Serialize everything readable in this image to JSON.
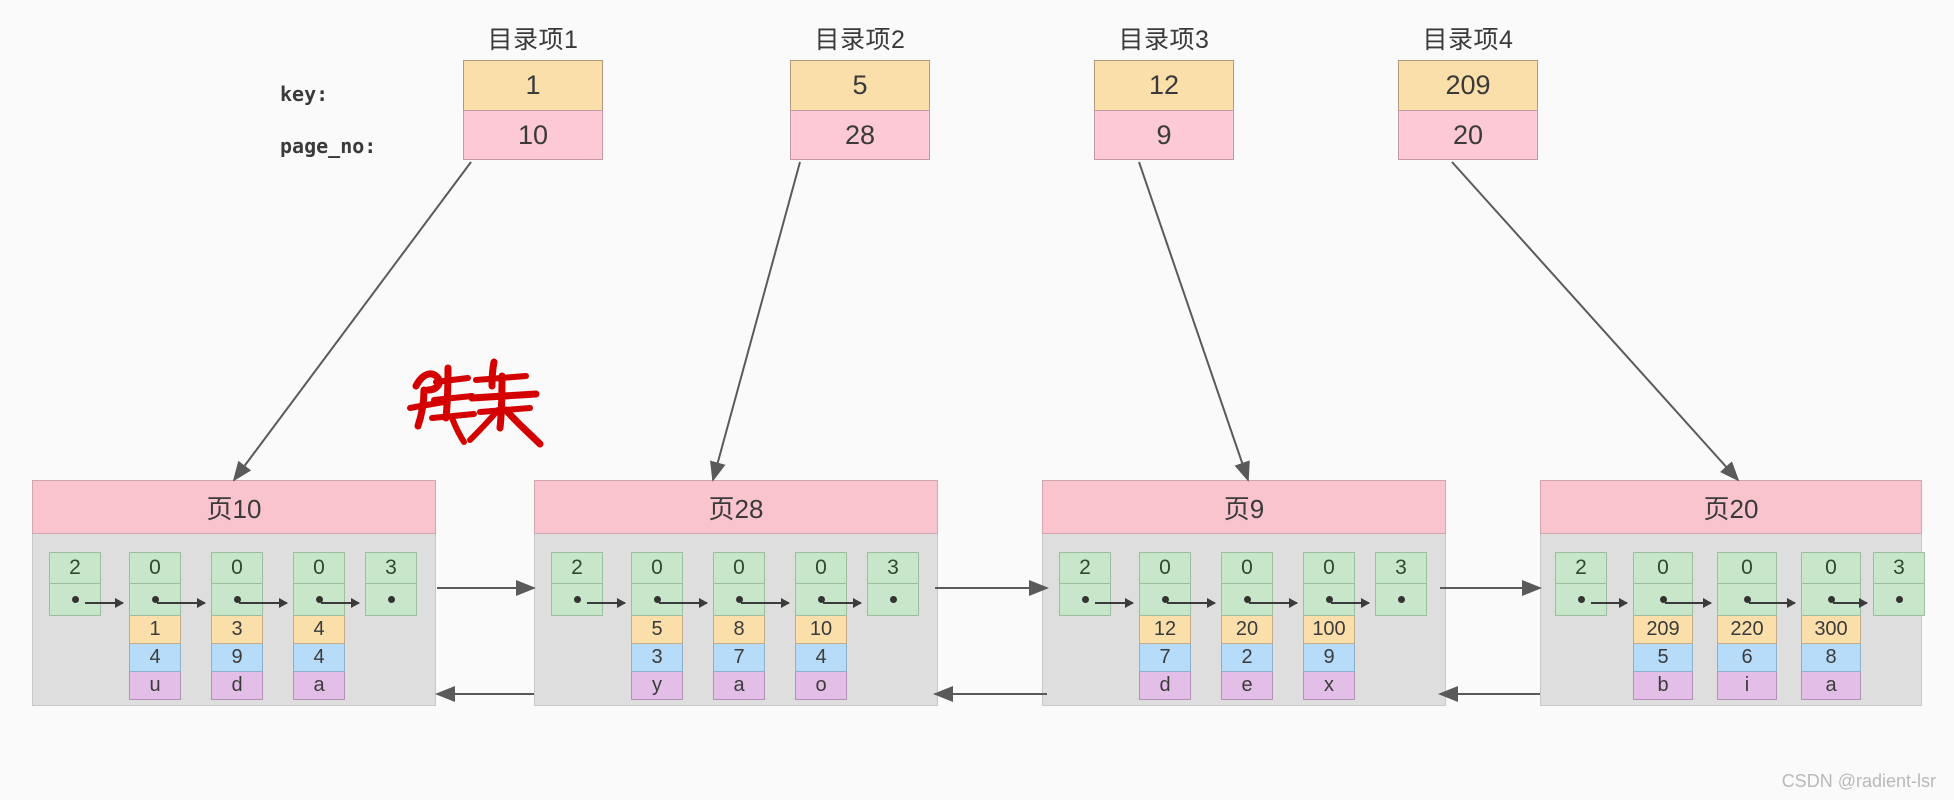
{
  "meta": {
    "watermark": "CSDN @radient-lsr",
    "annotation_text": "链表",
    "annotation_color": "#d40000"
  },
  "labels": {
    "key": "key:",
    "page_no": "page_no:"
  },
  "colors": {
    "key_cell": "#fbdfab",
    "pageno_cell": "#fcc9d4",
    "page_header": "#fac4cf",
    "page_body": "#dedede",
    "record_header": "#c8e6c9",
    "field_key": "#fbdfab",
    "field_num": "#b6dcfa",
    "field_chr": "#e3bfe8",
    "arrow": "#3b3b3b",
    "background": "#fbfafa"
  },
  "directory": {
    "entries": [
      {
        "title": "目录项1",
        "key": "1",
        "page_no": "10"
      },
      {
        "title": "目录项2",
        "key": "5",
        "page_no": "28"
      },
      {
        "title": "目录项3",
        "key": "12",
        "page_no": "9"
      },
      {
        "title": "目录项4",
        "key": "209",
        "page_no": "20"
      }
    ]
  },
  "pages": [
    {
      "title": "页10",
      "records": [
        {
          "type": "infimum",
          "num": "2",
          "ptr": "•"
        },
        {
          "type": "user",
          "num": "0",
          "ptr": "•",
          "key": "1",
          "col2": "4",
          "col3": "u"
        },
        {
          "type": "user",
          "num": "0",
          "ptr": "•",
          "key": "3",
          "col2": "9",
          "col3": "d"
        },
        {
          "type": "user",
          "num": "0",
          "ptr": "•",
          "key": "4",
          "col2": "4",
          "col3": "a"
        },
        {
          "type": "supremum",
          "num": "3",
          "ptr": "•"
        }
      ]
    },
    {
      "title": "页28",
      "records": [
        {
          "type": "infimum",
          "num": "2",
          "ptr": "•"
        },
        {
          "type": "user",
          "num": "0",
          "ptr": "•",
          "key": "5",
          "col2": "3",
          "col3": "y"
        },
        {
          "type": "user",
          "num": "0",
          "ptr": "•",
          "key": "8",
          "col2": "7",
          "col3": "a"
        },
        {
          "type": "user",
          "num": "0",
          "ptr": "•",
          "key": "10",
          "col2": "4",
          "col3": "o"
        },
        {
          "type": "supremum",
          "num": "3",
          "ptr": "•"
        }
      ]
    },
    {
      "title": "页9",
      "records": [
        {
          "type": "infimum",
          "num": "2",
          "ptr": "•"
        },
        {
          "type": "user",
          "num": "0",
          "ptr": "•",
          "key": "12",
          "col2": "7",
          "col3": "d"
        },
        {
          "type": "user",
          "num": "0",
          "ptr": "•",
          "key": "20",
          "col2": "2",
          "col3": "e"
        },
        {
          "type": "user",
          "num": "0",
          "ptr": "•",
          "key": "100",
          "col2": "9",
          "col3": "x"
        },
        {
          "type": "supremum",
          "num": "3",
          "ptr": "•"
        }
      ]
    },
    {
      "title": "页20",
      "records": [
        {
          "type": "infimum",
          "num": "2",
          "ptr": "•"
        },
        {
          "type": "user",
          "num": "0",
          "ptr": "•",
          "key": "209",
          "col2": "5",
          "col3": "b"
        },
        {
          "type": "user",
          "num": "0",
          "ptr": "•",
          "key": "220",
          "col2": "6",
          "col3": "i"
        },
        {
          "type": "user",
          "num": "0",
          "ptr": "•",
          "key": "300",
          "col2": "8",
          "col3": "a"
        },
        {
          "type": "supremum",
          "num": "3",
          "ptr": "•"
        }
      ]
    }
  ]
}
